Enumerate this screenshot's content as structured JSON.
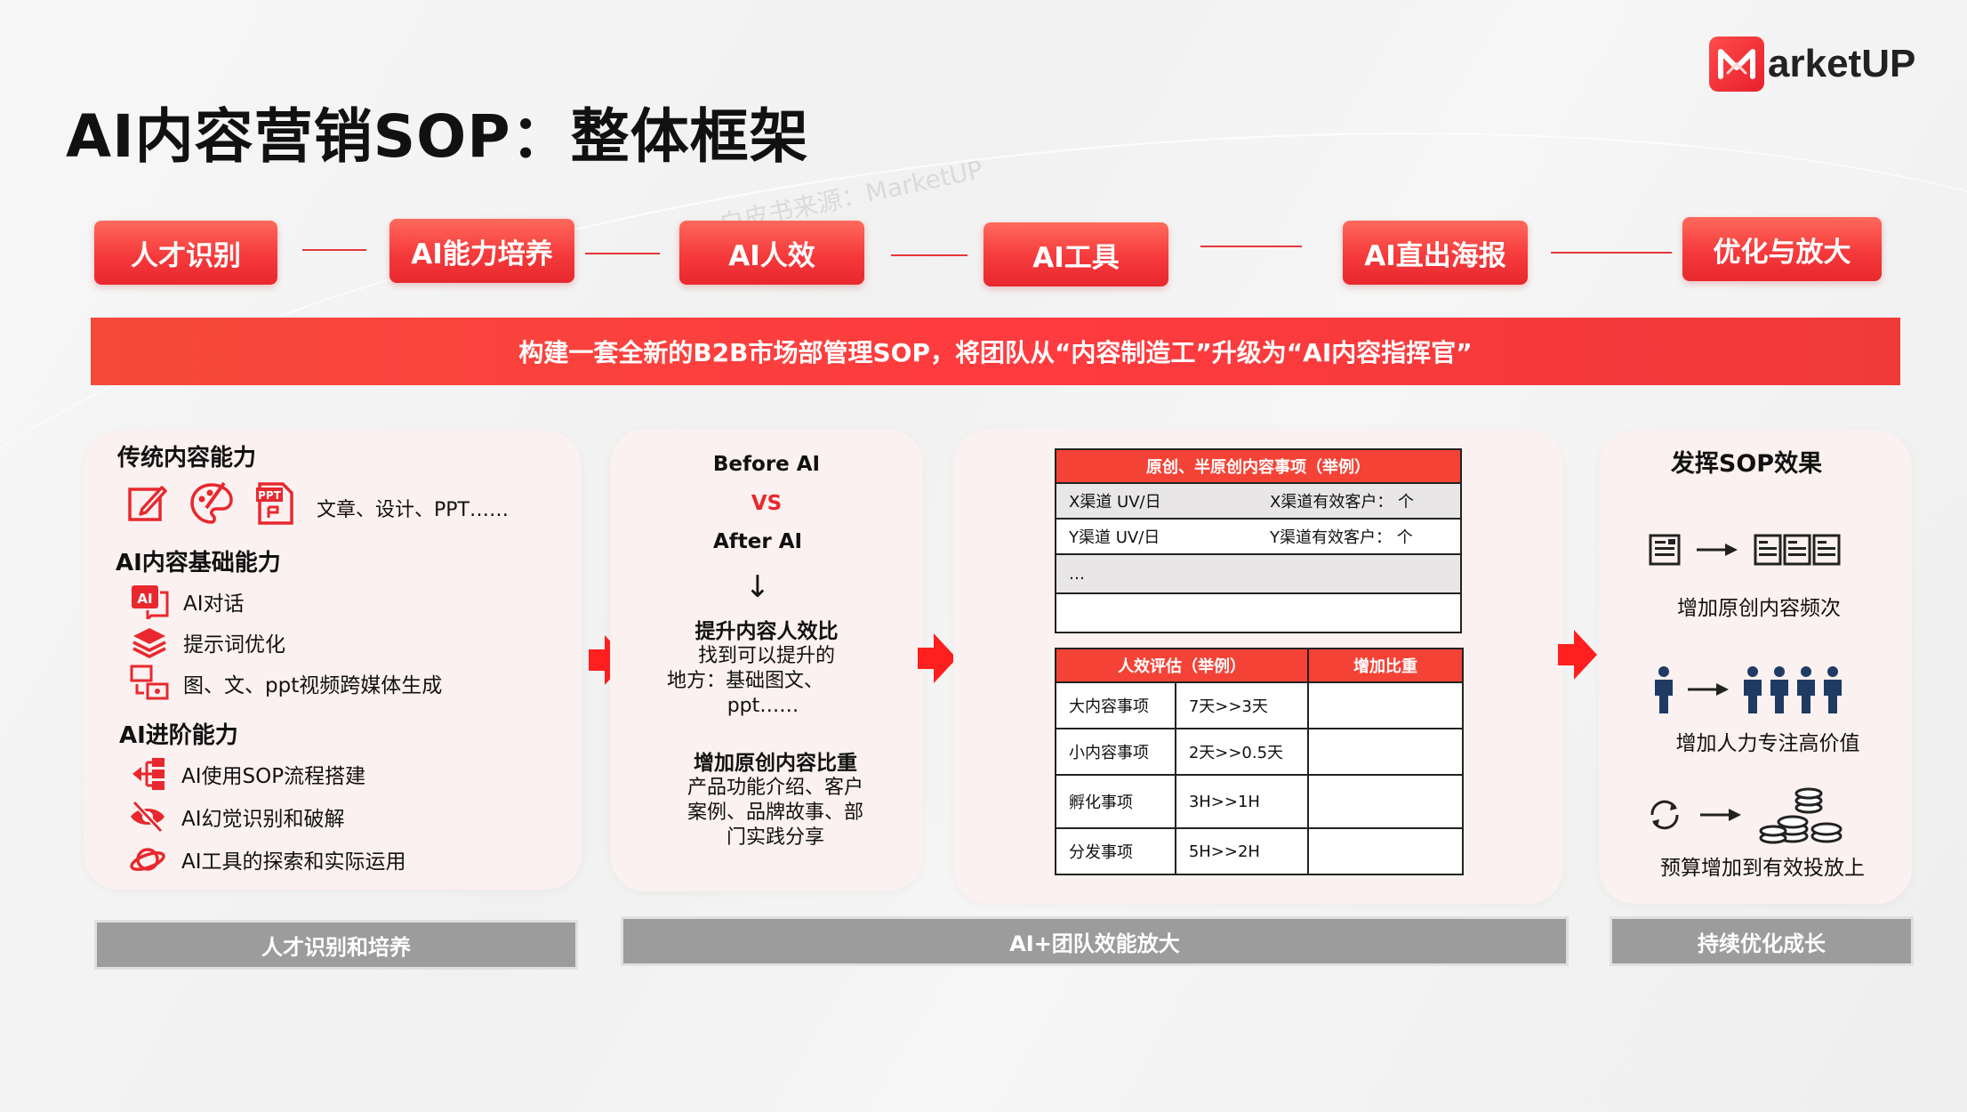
{
  "title": "AI内容营销SOP：整体框架",
  "logo": {
    "text": "arketUP"
  },
  "watermark": "白皮书来源：MarketUP",
  "steps": [
    "人才识别",
    "AI能力培养",
    "AI人效",
    "AI工具",
    "AI直出海报",
    "优化与放大"
  ],
  "banner": "构建一套全新的B2B市场部管理SOP，将团队从“内容制造工”升级为“AI内容指挥官”",
  "panel1": {
    "section1_title": "传统内容能力",
    "section1_text": "文章、设计、PPT……",
    "section2_title": "AI内容基础能力",
    "section2_items": [
      "AI对话",
      "提示词优化",
      "图、文、ppt视频跨媒体生成"
    ],
    "section3_title": "AI进阶能力",
    "section3_items": [
      "AI使用SOP流程搭建",
      "AI幻觉识别和破解",
      "AI工具的探索和实际运用"
    ]
  },
  "panel2": {
    "before": "Before AI",
    "vs": "VS",
    "after": "After AI",
    "arrow": "↓",
    "block1_title": "提升内容人效比",
    "block1_lines": [
      "找到可以提升的",
      "地方：基础图文、",
      "ppt……"
    ],
    "block2_title": "增加原创内容比重",
    "block2_lines": [
      "产品功能介绍、客户",
      "案例、品牌故事、部",
      "门实践分享"
    ]
  },
  "panel3": {
    "table1": {
      "header": "原创、半原创内容事项（举例）",
      "rows": [
        {
          "left": "X渠道  UV/日",
          "right": "X渠道有效客户：  个"
        },
        {
          "left": "Y渠道   UV/日",
          "right": "Y渠道有效客户：  个"
        },
        {
          "left": "…",
          "right": ""
        },
        {
          "left": "",
          "right": ""
        }
      ]
    },
    "table2": {
      "header1": "人效评估（举例）",
      "header2": "增加比重",
      "rows": [
        {
          "name": "大内容事项",
          "value": "7天>>3天",
          "extra": ""
        },
        {
          "name": "小内容事项",
          "value": "2天>>0.5天",
          "extra": ""
        },
        {
          "name": "孵化事项",
          "value": "3H>>1H",
          "extra": ""
        },
        {
          "name": "分发事项",
          "value": "5H>>2H",
          "extra": ""
        }
      ]
    }
  },
  "panel4": {
    "title": "发挥SOP效果",
    "items": [
      "增加原创内容频次",
      "增加人力专注高价值",
      "预算增加到有效投放上"
    ]
  },
  "bottom_labels": [
    "人才识别和培养",
    "AI+团队效能放大",
    "持续优化成长"
  ],
  "colors": {
    "accent": "#f44336",
    "panel": "#fbf1f0",
    "label_gray": "#9c9c9c"
  }
}
